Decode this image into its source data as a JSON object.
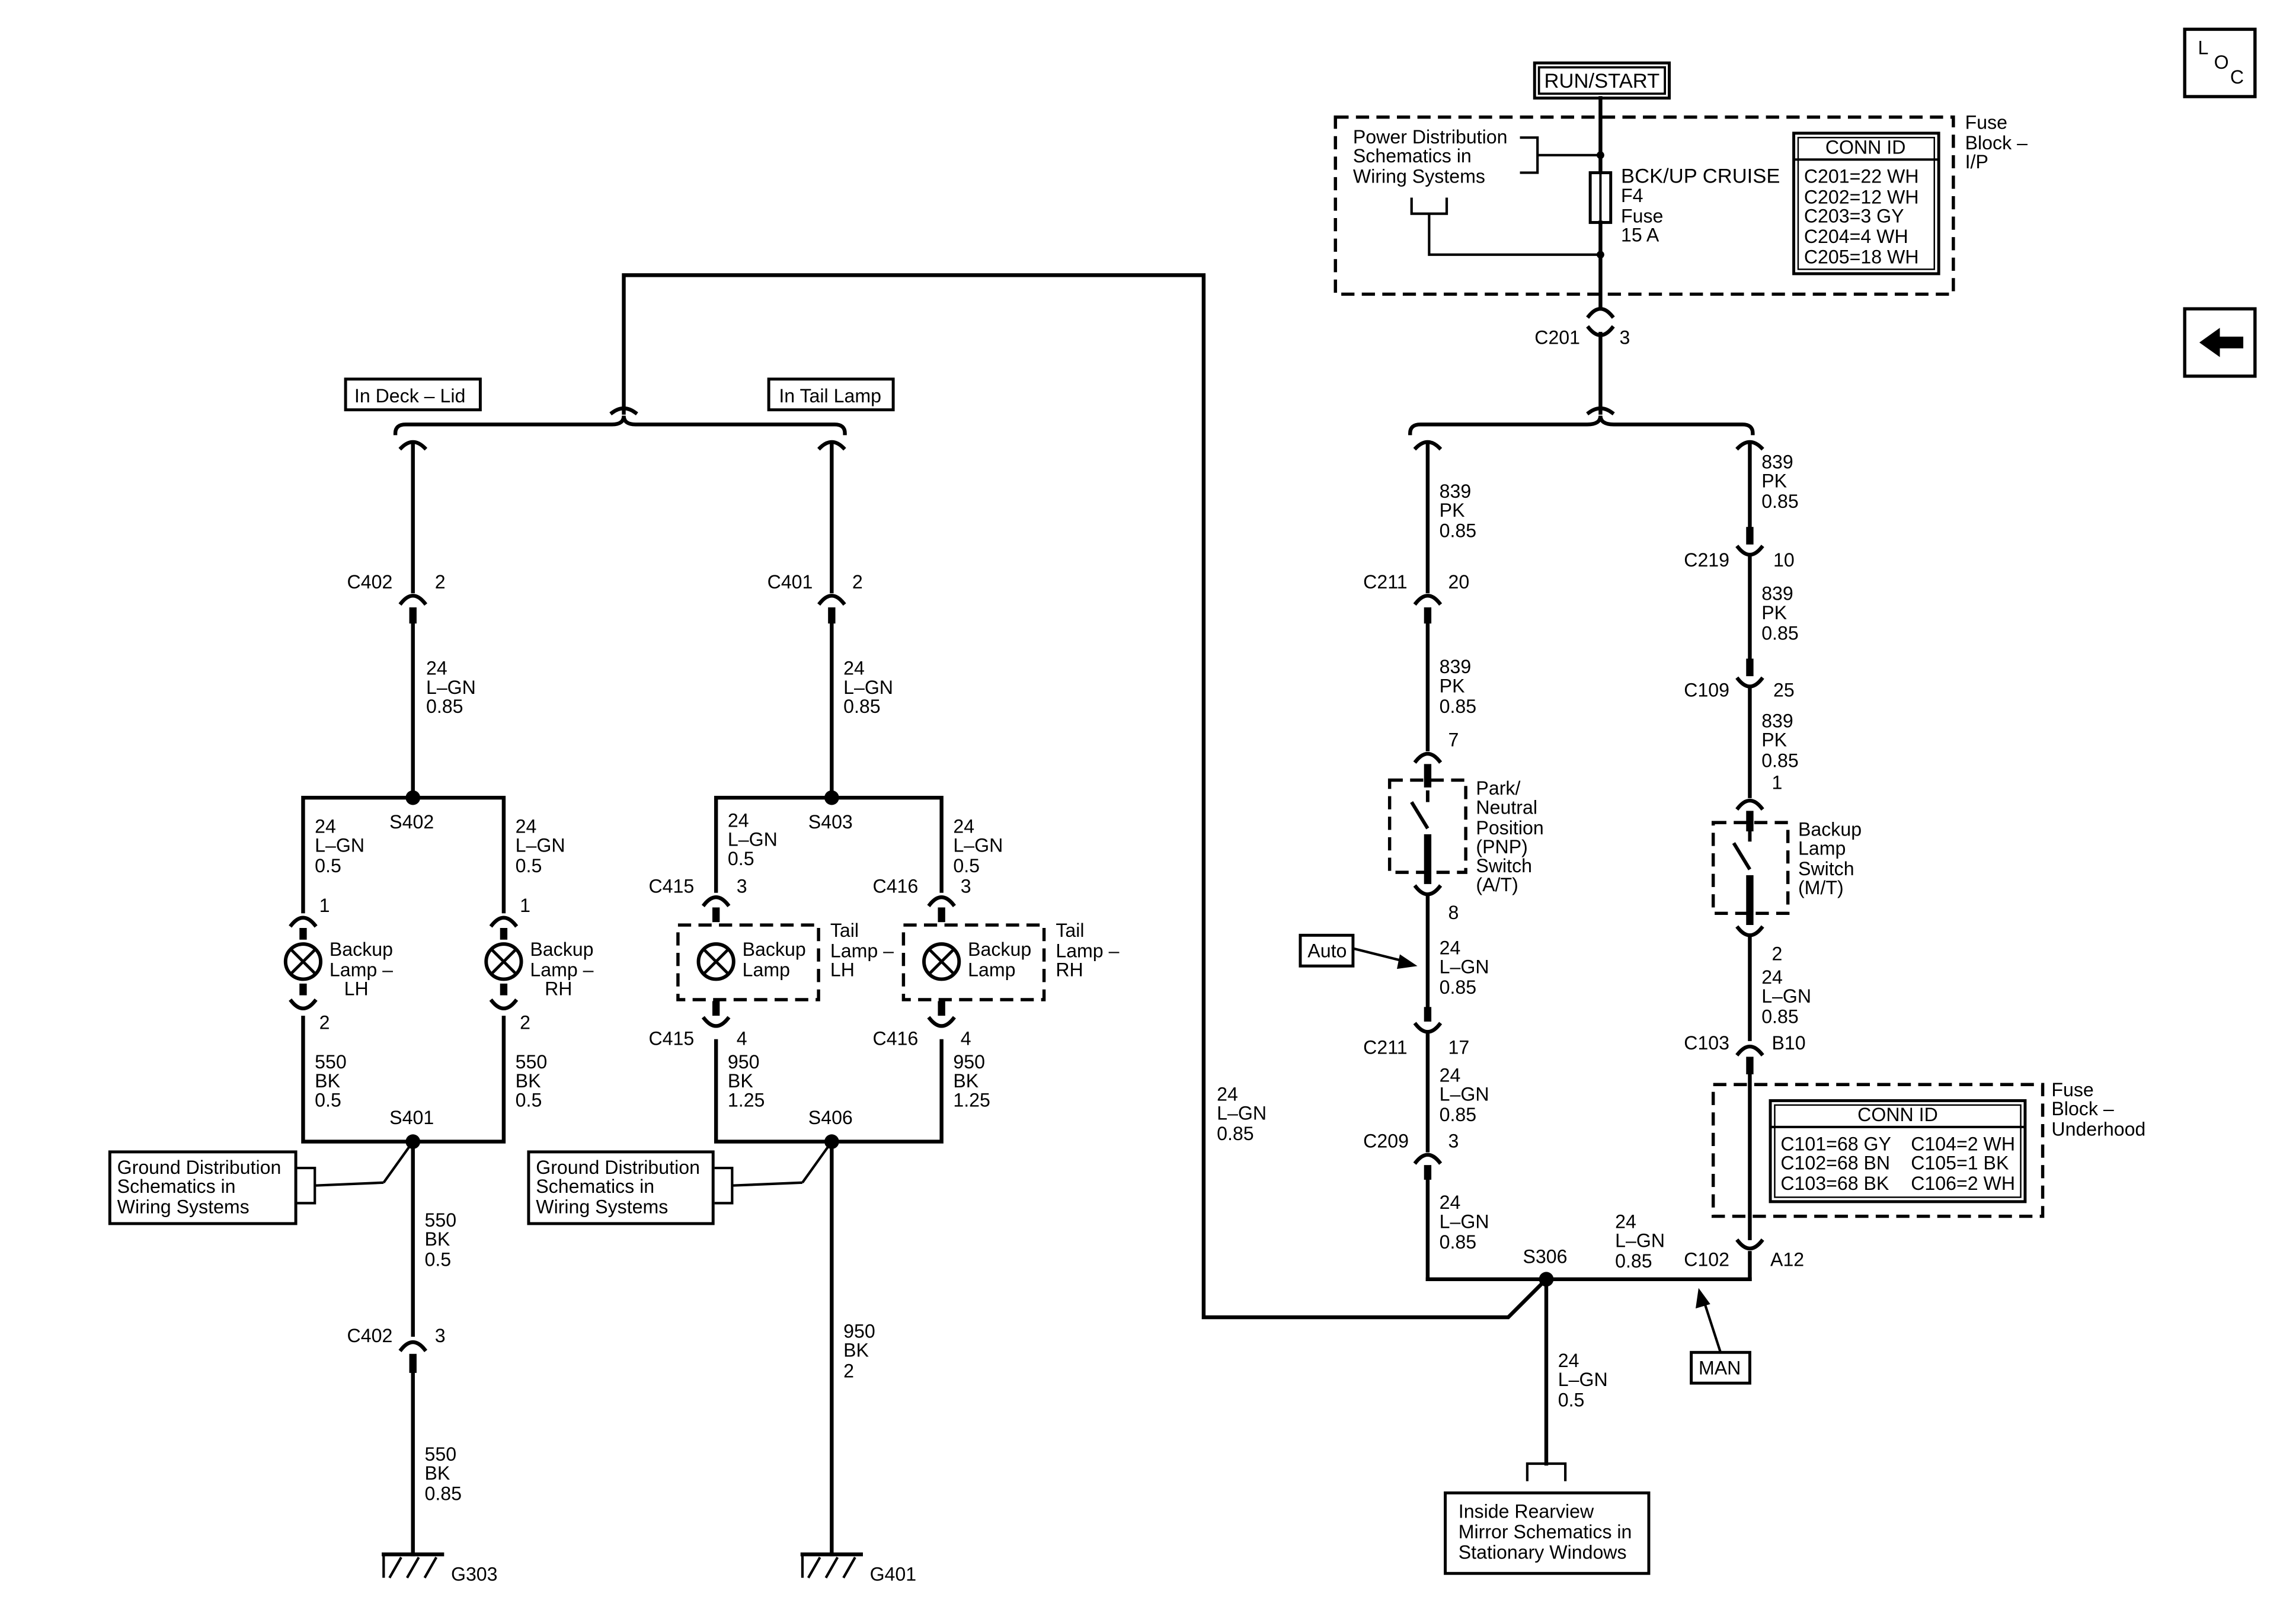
{
  "power": {
    "source": "RUN/START",
    "fuse_label": "BCK/UP CRUISE",
    "fuse_id": "F4",
    "fuse_word": "Fuse",
    "fuse_rating": "15 A"
  },
  "fuse_block_ip": {
    "title": [
      "Fuse",
      "Block –",
      "I/P"
    ],
    "power_ref": [
      "Power Distribution",
      "Schematics in",
      "Wiring Systems"
    ],
    "conn_title": "CONN ID",
    "conn": [
      "C201=22 WH",
      "C202=12 WH",
      "C203=3 GY",
      "C204=4 WH",
      "C205=18 WH"
    ]
  },
  "fuse_block_uh": {
    "title": [
      "Fuse",
      "Block –",
      "Underhood"
    ],
    "conn_title": "CONN ID",
    "conn_left": [
      "C101=68 GY",
      "C102=68 BN",
      "C103=68 BK"
    ],
    "conn_right": [
      "C104=2 WH",
      "C105=1 BK",
      "C106=2 WH"
    ]
  },
  "nav": {
    "loc": [
      "L",
      "O",
      "C"
    ],
    "back_icon": "left-arrow"
  },
  "locations": {
    "deck_lid": "In Deck – Lid",
    "tail_lamp": "In Tail Lamp"
  },
  "wires": {
    "w24_085": [
      "24",
      "L–GN",
      "0.85"
    ],
    "w24_05": [
      "24",
      "L–GN",
      "0.5"
    ],
    "w839": [
      "839",
      "PK",
      "0.85"
    ],
    "w550_05": [
      "550",
      "BK",
      "0.5"
    ],
    "w550_085": [
      "550",
      "BK",
      "0.85"
    ],
    "w950_125": [
      "950",
      "BK",
      "1.25"
    ],
    "w950_2": [
      "950",
      "BK",
      "2"
    ]
  },
  "connectors": {
    "c201": "C201",
    "c201_pin": "3",
    "c402": "C402",
    "c401": "C401",
    "c415": "C415",
    "c416": "C416",
    "c211": "C211",
    "c219": "C219",
    "c109": "C109",
    "c103": "C103",
    "c209": "C209",
    "c102": "C102"
  },
  "pins": {
    "p1": "1",
    "p2": "2",
    "p3": "3",
    "p4": "4",
    "p7": "7",
    "p8": "8",
    "p10": "10",
    "p17": "17",
    "p20": "20",
    "p25": "25",
    "b10": "B10",
    "a12": "A12"
  },
  "splices": {
    "s402": "S402",
    "s403": "S403",
    "s401": "S401",
    "s406": "S406",
    "s306": "S306"
  },
  "grounds": {
    "g303": "G303",
    "g401": "G401"
  },
  "components": {
    "backup_lh": [
      "Backup",
      "Lamp –",
      "LH"
    ],
    "backup_rh": [
      "Backup",
      "Lamp –",
      "RH"
    ],
    "backup_lamp": [
      "Backup",
      "Lamp"
    ],
    "tail_lh": [
      "Tail",
      "Lamp –",
      "LH"
    ],
    "tail_rh": [
      "Tail",
      "Lamp –",
      "RH"
    ],
    "pnp_switch": [
      "Park/",
      "Neutral",
      "Position",
      "(PNP)",
      "Switch",
      "(A/T)"
    ],
    "backup_switch": [
      "Backup",
      "Lamp",
      "Switch",
      "(M/T)"
    ]
  },
  "refs": {
    "ground_dist": [
      "Ground Distribution",
      "Schematics in",
      "Wiring Systems"
    ],
    "mirror": [
      "Inside Rearview",
      "Mirror Schematics in",
      "Stationary Windows"
    ],
    "auto": "Auto",
    "man": "MAN"
  }
}
